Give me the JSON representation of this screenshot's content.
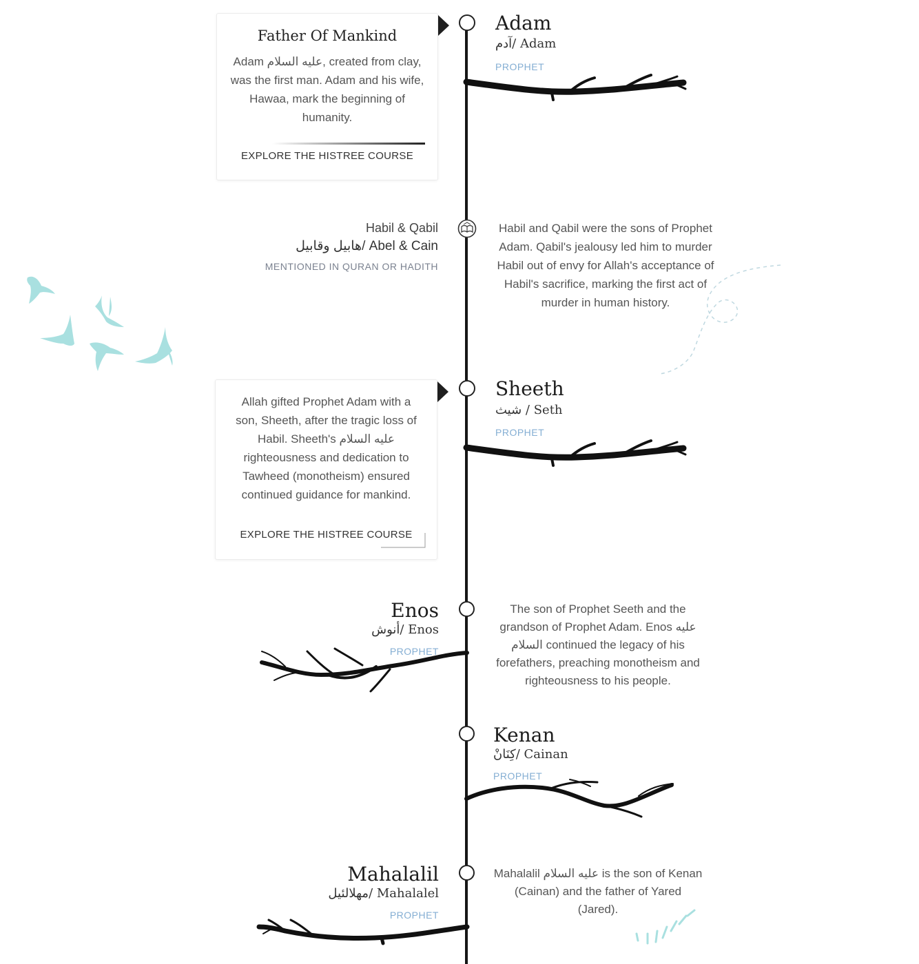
{
  "colors": {
    "spine": "#161616",
    "tag": "#84aed3",
    "tag_muted": "#7b8290",
    "birds": "#a9e0e0"
  },
  "entries": {
    "adam": {
      "name": "Adam",
      "alt": "آدم/ Adam",
      "tag": "PROPHET",
      "card_title": "Father Of Mankind",
      "card_body": "Adam عليه السلام, created from clay, was the first man. Adam and his wife, Hawaa, mark the beginning of humanity.",
      "card_link": "EXPLORE THE HISTREE COURSE"
    },
    "habil": {
      "name": "Habil & Qabil",
      "alt": "هابيل وقابيل/ Abel & Cain",
      "tag": "MENTIONED IN QURAN OR HADITH",
      "desc": "Habil and Qabil were the sons of Prophet Adam. Qabil's jealousy led him to murder Habil out of envy for Allah's acceptance of Habil's sacrifice, marking the first act of murder in human history.",
      "icon": "quran-book-icon"
    },
    "sheeth": {
      "name": "Sheeth",
      "alt": "شيث / Seth",
      "tag": "PROPHET",
      "card_body": "Allah gifted Prophet Adam with a son, Sheeth, after the tragic loss of Habil. Sheeth's عليه السلام righteousness and dedication to Tawheed (monotheism) ensured continued guidance for mankind.",
      "card_link": "EXPLORE THE HISTREE COURSE"
    },
    "enos": {
      "name": "Enos",
      "alt": "أنوش/ Enos",
      "tag": "PROPHET",
      "desc": "The son of Prophet Seeth and the grandson of Prophet Adam. Enos عليه السلام continued the legacy of his forefathers, preaching monotheism and righteousness to his people."
    },
    "kenan": {
      "name": "Kenan",
      "alt": "كِنَانْ/ Cainan",
      "tag": "PROPHET"
    },
    "mahalalil": {
      "name": "Mahalalil",
      "alt": "مهلالئيل/ Mahalalel",
      "tag": "PROPHET",
      "desc": "Mahalalil عليه السلام is the son of Kenan (Cainan) and the father of Yared (Jared)."
    }
  }
}
